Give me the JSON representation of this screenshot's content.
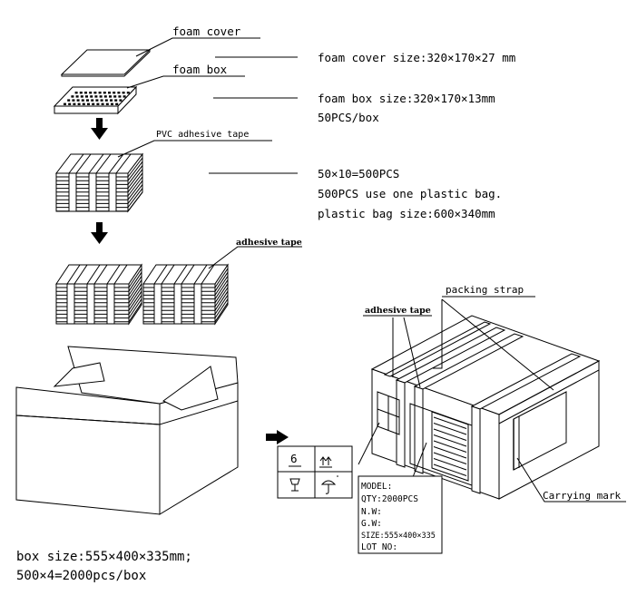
{
  "labels": {
    "foam_cover": "foam cover",
    "foam_box": "foam box",
    "pvc_tape": "PVC adhesive tape",
    "adhesive_tape_1": "adhesive tape",
    "adhesive_tape_2": "adhesive tape",
    "packing_strap": "packing strap",
    "carrying_mark": "Carrying mark"
  },
  "specs": {
    "cover_size": "foam cover size:320×170×27 mm",
    "box_size": "foam box size:320×170×13mm",
    "box_qty": "50PCS/box",
    "calc": "50×10=500PCS",
    "bag_use": "500PCS use one plastic bag.",
    "bag_size": "plastic bag size:600×340mm"
  },
  "carton": {
    "size_line": "box size:555×400×335mm;",
    "qty_line": "500×4=2000pcs/box"
  },
  "marks": {
    "stack_limit": "6"
  },
  "info_box": {
    "model": "MODEL:",
    "qty": "QTY:2000PCS",
    "nw": "N.W:",
    "gw": "G.W:",
    "size": "SIZE:555×400×335",
    "lot": "LOT NO:"
  }
}
